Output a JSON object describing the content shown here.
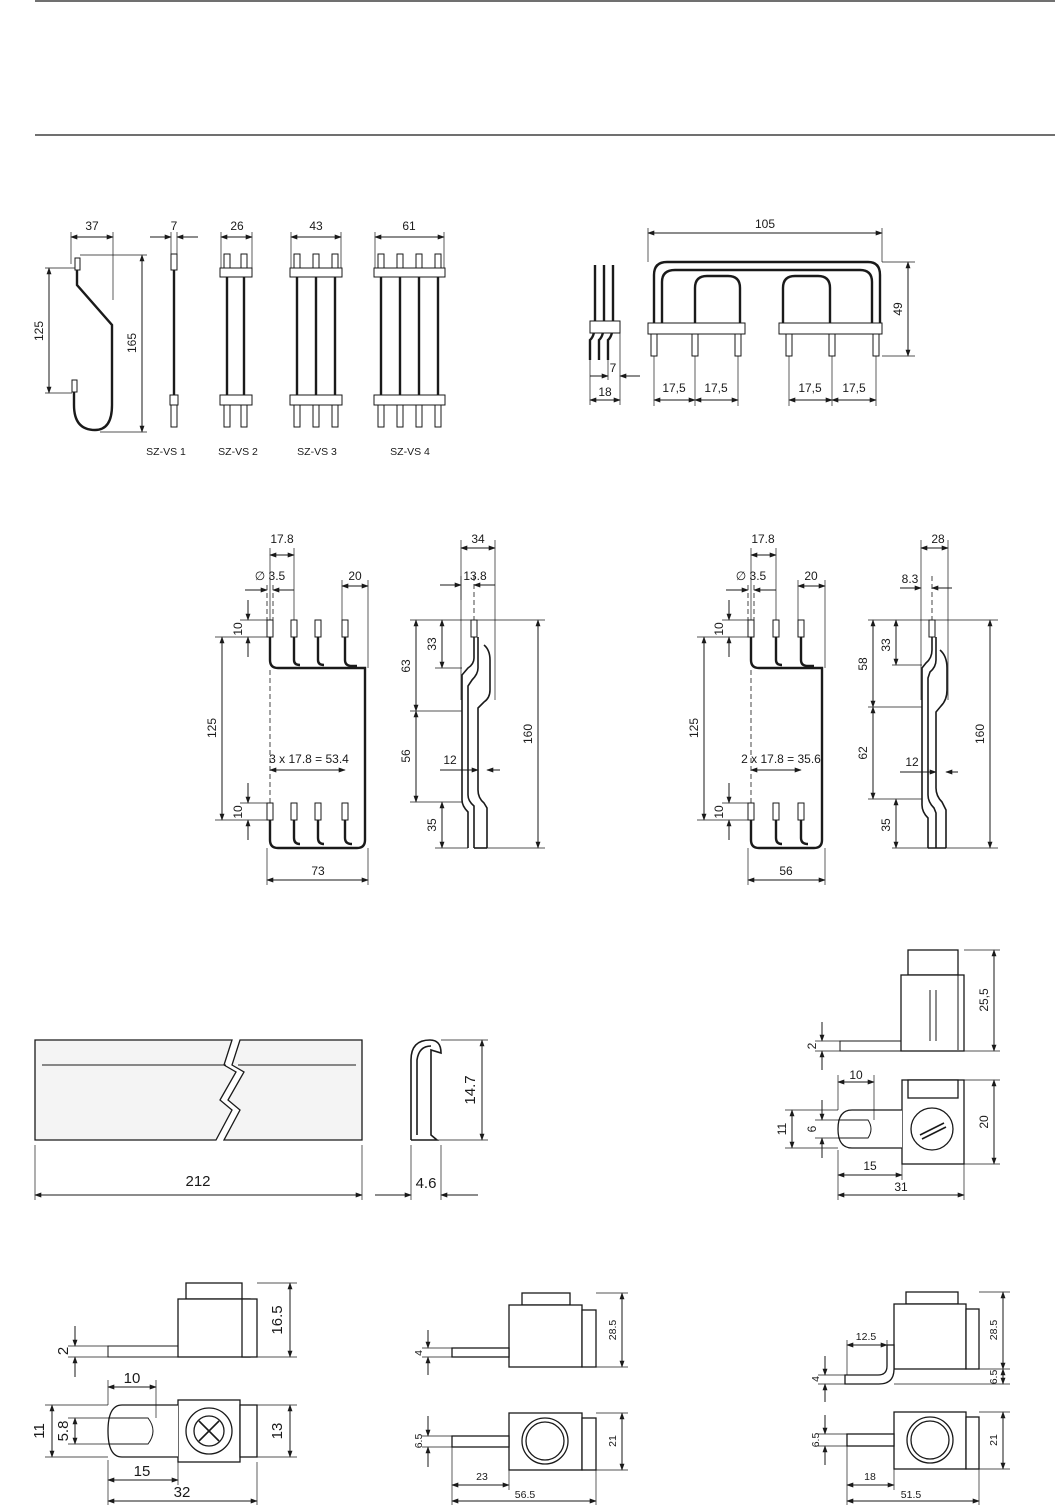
{
  "figure1": {
    "dims": [
      "37",
      "7",
      "26",
      "43",
      "61",
      "125",
      "165"
    ],
    "captions": [
      "SZ-VS 1",
      "SZ-VS 2",
      "SZ-VS 3",
      "SZ-VS 4"
    ]
  },
  "figure2": {
    "dims": [
      "105",
      "49",
      "7",
      "18",
      "17,5",
      "17,5",
      "17,5",
      "17,5"
    ]
  },
  "figure3": {
    "dims": [
      "17.8",
      "∅ 3.5",
      "20",
      "10",
      "125",
      "10",
      "3 x 17.8 = 53.4",
      "73"
    ],
    "side_dims": [
      "34",
      "13.8",
      "33",
      "63",
      "56",
      "12",
      "35",
      "160"
    ]
  },
  "figure4": {
    "dims": [
      "17.8",
      "∅ 3.5",
      "20",
      "10",
      "125",
      "10",
      "2 x 17.8 = 35.6",
      "56"
    ],
    "side_dims": [
      "28",
      "8.3",
      "33",
      "58",
      "62",
      "12",
      "35",
      "160"
    ]
  },
  "figure5": {
    "dims": [
      "212",
      "14.7",
      "4.6"
    ]
  },
  "figure6": {
    "dims": [
      "25,5",
      "2",
      "10",
      "20",
      "11",
      "6",
      "15",
      "31"
    ]
  },
  "figure7": {
    "dims": [
      "16.5",
      "2",
      "10",
      "11",
      "5.8",
      "13",
      "15",
      "32"
    ]
  },
  "figure8": {
    "dims": [
      "28.5",
      "4",
      "6.5",
      "21",
      "23",
      "56.5"
    ]
  },
  "figure9": {
    "dims": [
      "12.5",
      "28.5",
      "4",
      "6.5",
      "6.5",
      "21",
      "18",
      "51.5"
    ]
  }
}
